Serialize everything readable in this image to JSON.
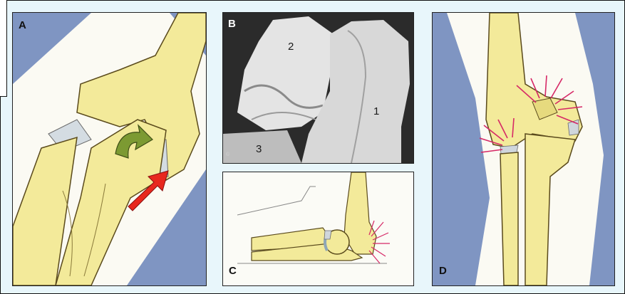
{
  "panels": {
    "a": {
      "label": "A"
    },
    "b": {
      "label": "B",
      "numbers": [
        "1",
        "2",
        "3"
      ],
      "copyright": "©"
    },
    "c": {
      "label": "C"
    },
    "d": {
      "label": "D"
    }
  },
  "colors": {
    "background": "#e8f6fb",
    "bone_fill": "#f3ea9a",
    "bone_outline": "#5a4a1c",
    "cartilage": "#d4dce2",
    "skin_blue": "#7f95c2",
    "arrow_green": "#7c9a32",
    "arrow_red": "#e8281e",
    "pain_marks": "#d62866"
  }
}
